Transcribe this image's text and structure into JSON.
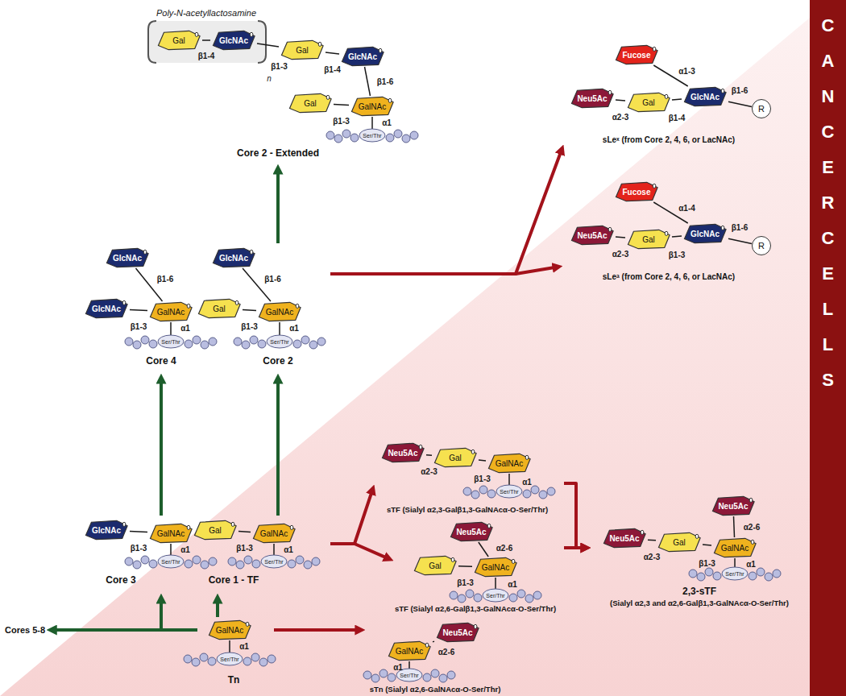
{
  "diagram": {
    "nodes": [
      {
        "text": [
          "Core 2 - Extended"
        ]
      },
      {
        "text": [
          "Gal"
        ],
        "in": 0
      },
      {
        "text": [
          "GlcNAc"
        ],
        "in": 0
      },
      {
        "text": [
          "Gal"
        ],
        "in": 0
      },
      {
        "text": [
          "GlcNAc"
        ],
        "in": 0
      },
      {
        "text": [
          "Gal"
        ],
        "in": 0
      },
      {
        "text": [
          "GalNAc"
        ],
        "in": 0
      },
      {
        "text": [
          "sLeˣ (from Core 2, 4, 6, or LacNAc)"
        ]
      },
      {
        "text": [
          "Fucose"
        ],
        "in": 7
      },
      {
        "text": [
          "Neu5Ac"
        ],
        "in": 7
      },
      {
        "text": [
          "Gal"
        ],
        "in": 7
      },
      {
        "text": [
          "GlcNAc"
        ],
        "in": 7
      },
      {
        "text": [
          "R"
        ],
        "in": 7
      },
      {
        "text": [
          "sLeᵃ (from Core 2, 4, 6, or LacNAc)"
        ]
      },
      {
        "text": [
          "Fucose"
        ],
        "in": 13
      },
      {
        "text": [
          "Neu5Ac"
        ],
        "in": 13
      },
      {
        "text": [
          "Gal"
        ],
        "in": 13
      },
      {
        "text": [
          "GlcNAc"
        ],
        "in": 13
      },
      {
        "text": [
          "R"
        ],
        "in": 13
      },
      {
        "text": [
          "Core 4"
        ]
      },
      {
        "text": [
          "GlcNAc"
        ],
        "in": 19
      },
      {
        "text": [
          "GlcNAc"
        ],
        "in": 19
      },
      {
        "text": [
          "GalNAc"
        ],
        "in": 19
      },
      {
        "text": [
          "Core 2"
        ]
      },
      {
        "text": [
          "GlcNAc"
        ],
        "in": 23
      },
      {
        "text": [
          "Gal"
        ],
        "in": 23
      },
      {
        "text": [
          "GalNAc"
        ],
        "in": 23
      },
      {
        "text": [
          "CANCER CELLS"
        ]
      },
      {
        "text": [
          "sTF (Sialyl α2,3-Galβ1,3-GalNAcα-O-Ser/Thr)"
        ]
      },
      {
        "text": [
          "Neu5Ac"
        ],
        "in": 28
      },
      {
        "text": [
          "Gal"
        ],
        "in": 28
      },
      {
        "text": [
          "GalNAc"
        ],
        "in": 28
      },
      {
        "text": [
          "Core 3"
        ]
      },
      {
        "text": [
          "GlcNAc"
        ],
        "in": 32
      },
      {
        "text": [
          "GalNAc"
        ],
        "in": 32
      },
      {
        "text": [
          "Core 1 - TF"
        ]
      },
      {
        "text": [
          "Gal"
        ],
        "in": 35
      },
      {
        "text": [
          "GalNAc"
        ],
        "in": 35
      },
      {
        "text": [
          "2,3-sTF",
          "(Sialyl α2,3 and α2,6-Galβ1,3-GalNAcα-O-Ser/Thr)"
        ]
      },
      {
        "text": [
          "Neu5Ac"
        ],
        "in": 38
      },
      {
        "text": [
          "Neu5Ac"
        ],
        "in": 38
      },
      {
        "text": [
          "Gal"
        ],
        "in": 38
      },
      {
        "text": [
          "GalNAc"
        ],
        "in": 38
      },
      {
        "text": [
          "sTF (Sialyl α2,6-Galβ1,3-GalNAcα-O-Ser/Thr)"
        ]
      },
      {
        "text": [
          "Neu5Ac"
        ],
        "in": 43
      },
      {
        "text": [
          "Gal"
        ],
        "in": 43
      },
      {
        "text": [
          "GalNAc"
        ],
        "in": 43
      },
      {
        "text": [
          "Cores 5-8"
        ]
      },
      {
        "text": [
          "Tn"
        ]
      },
      {
        "text": [
          "GalNAc"
        ],
        "in": 48
      },
      {
        "text": [
          "sTn (Sialyl α2,6-GalNAcα-O-Ser/Thr)"
        ]
      },
      {
        "text": [
          "Neu5Ac"
        ],
        "in": 50
      },
      {
        "text": [
          "GalNAc"
        ],
        "in": 50
      }
    ],
    "edges": [
      {
        "from": 1,
        "to": 2,
        "label": "β1-4",
        "arrow": "none"
      },
      {
        "from": 2,
        "to": 3,
        "label": "β1-3",
        "arrow": "none"
      },
      {
        "from": 3,
        "to": 4,
        "label": "β1-4",
        "arrow": "none"
      },
      {
        "from": 4,
        "to": 6,
        "label": "β1-6",
        "arrow": "none"
      },
      {
        "from": 5,
        "to": 6,
        "label": "β1-3",
        "arrow": "none"
      },
      {
        "from": 9,
        "to": 10,
        "label": "α2-3",
        "arrow": "none"
      },
      {
        "from": 10,
        "to": 11,
        "label": "β1-4",
        "arrow": "none"
      },
      {
        "from": 8,
        "to": 11,
        "label": "α1-3",
        "arrow": "none"
      },
      {
        "from": 11,
        "to": 12,
        "label": "β1-6",
        "arrow": "none"
      },
      {
        "from": 15,
        "to": 16,
        "label": "α2-3",
        "arrow": "none"
      },
      {
        "from": 16,
        "to": 17,
        "label": "β1-3",
        "arrow": "none"
      },
      {
        "from": 14,
        "to": 17,
        "label": "α1-4",
        "arrow": "none"
      },
      {
        "from": 17,
        "to": 18,
        "label": "β1-6",
        "arrow": "none"
      },
      {
        "from": 20,
        "to": 22,
        "label": "β1-6",
        "arrow": "none"
      },
      {
        "from": 21,
        "to": 22,
        "label": "β1-3",
        "arrow": "none"
      },
      {
        "from": 24,
        "to": 26,
        "label": "β1-6",
        "arrow": "none"
      },
      {
        "from": 25,
        "to": 26,
        "label": "β1-3",
        "arrow": "none"
      },
      {
        "from": 29,
        "to": 30,
        "label": "α2-3",
        "arrow": "none"
      },
      {
        "from": 30,
        "to": 31,
        "label": "β1-3",
        "arrow": "none"
      },
      {
        "from": 33,
        "to": 34,
        "label": "β1-3",
        "arrow": "none"
      },
      {
        "from": 36,
        "to": 37,
        "label": "β1-3",
        "arrow": "none"
      },
      {
        "from": 40,
        "to": 41,
        "label": "α2-3",
        "arrow": "none"
      },
      {
        "from": 41,
        "to": 42,
        "label": "β1-3",
        "arrow": "none"
      },
      {
        "from": 39,
        "to": 42,
        "label": "α2-6",
        "arrow": "none"
      },
      {
        "from": 44,
        "to": 46,
        "label": "α2-6",
        "arrow": "none"
      },
      {
        "from": 45,
        "to": 46,
        "label": "β1-3",
        "arrow": "none"
      },
      {
        "from": 51,
        "to": 52,
        "label": "α2-6",
        "arrow": "none"
      },
      {
        "from": 23,
        "to": 0,
        "arrow": "to"
      },
      {
        "from": 32,
        "to": 19,
        "arrow": "to"
      },
      {
        "from": 35,
        "to": 23,
        "arrow": "to"
      },
      {
        "from": 48,
        "to": 35,
        "arrow": "to"
      },
      {
        "from": 48,
        "to": 32,
        "arrow": "to"
      },
      {
        "from": 48,
        "to": 47,
        "arrow": "to"
      },
      {
        "from": 23,
        "to": 7,
        "arrow": "to"
      },
      {
        "from": 23,
        "to": 13,
        "arrow": "to"
      },
      {
        "from": 35,
        "to": 28,
        "arrow": "to"
      },
      {
        "from": 35,
        "to": 43,
        "arrow": "to"
      },
      {
        "from": 28,
        "to": 38,
        "arrow": "to"
      },
      {
        "from": 43,
        "to": 38,
        "arrow": "to"
      },
      {
        "from": 48,
        "to": 50,
        "arrow": "to"
      }
    ],
    "labels": [
      "Poly-N-acetyllactosamine",
      "n",
      "α1",
      "Ser/Thr",
      "α1",
      "Ser/Thr",
      "α1",
      "Ser/Thr",
      "α1",
      "Ser/Thr",
      "α1",
      "Ser/Thr",
      "α1",
      "Ser/Thr",
      "α1",
      "Ser/Thr",
      "α1",
      "Ser/Thr",
      "α1",
      "Ser/Thr",
      "α1",
      "Ser/Thr"
    ]
  }
}
